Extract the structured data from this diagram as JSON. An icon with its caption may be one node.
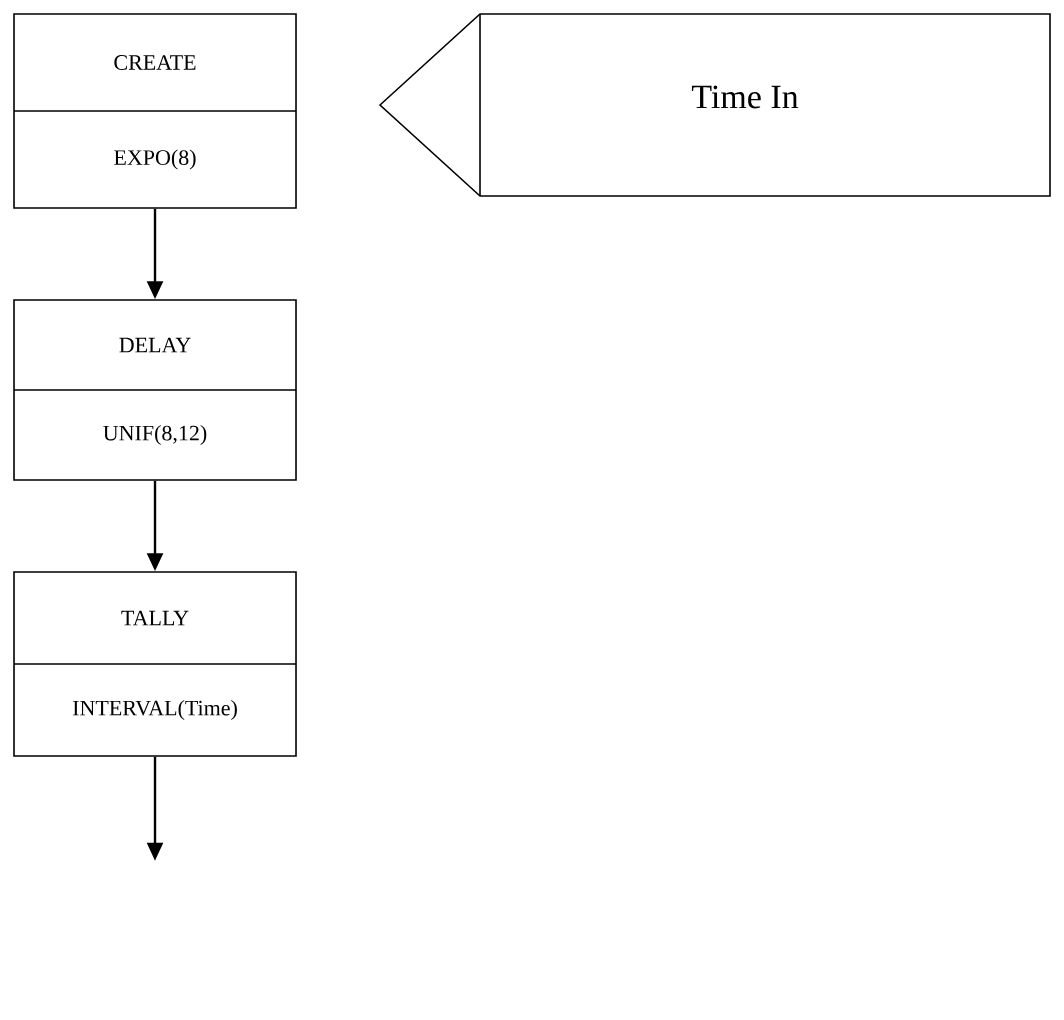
{
  "diagram": {
    "nodes": [
      {
        "text": [
          "CREATE",
          "EXPO(8)"
        ]
      },
      {
        "text": [
          "Time In"
        ]
      },
      {
        "text": [
          "DELAY",
          "UNIF(8,12)"
        ]
      },
      {
        "text": [
          "TALLY",
          "INTERVAL(Time)"
        ]
      }
    ],
    "edges": [
      {
        "from": 0,
        "to": 2,
        "arrow": "to"
      },
      {
        "from": 2,
        "to": 3,
        "arrow": "to"
      },
      {
        "from": 3,
        "to": null,
        "arrow": "to"
      }
    ]
  }
}
